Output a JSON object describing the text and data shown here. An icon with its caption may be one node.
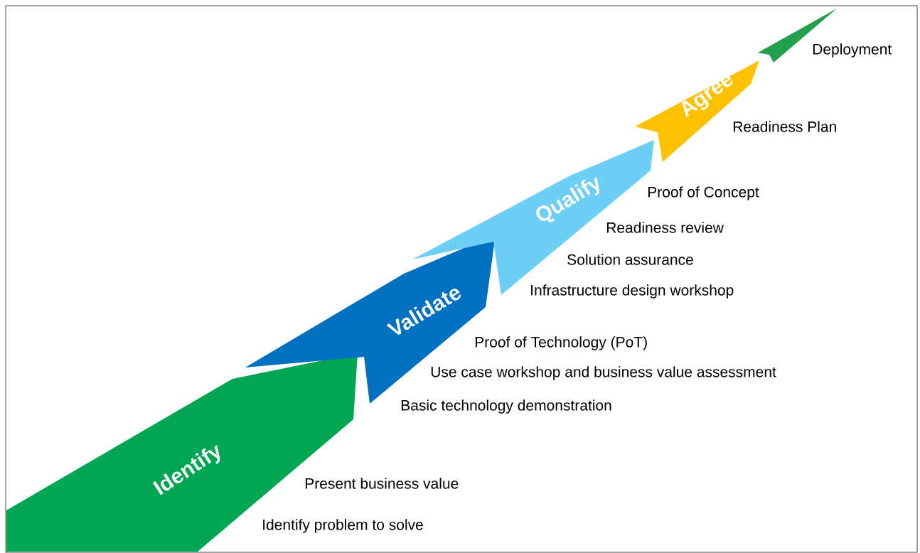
{
  "diagram": {
    "nodes": [
      {
        "text": [
          "Identify"
        ],
        "beside": [
          "Present business value",
          "Identify problem to solve"
        ]
      },
      {
        "text": [
          "Validate"
        ],
        "beside": [
          "Proof of Technology (PoT)",
          "Use case workshop and business value assessment",
          "Basic technology demonstration"
        ]
      },
      {
        "text": [
          "Qualify"
        ],
        "beside": [
          "Proof of Concept",
          "Readiness review",
          "Solution assurance",
          "Infrastructure design workshop"
        ]
      },
      {
        "text": [
          "Agree"
        ],
        "beside": [
          "Readiness Plan"
        ]
      },
      {
        "text": [],
        "shape": "arrow",
        "beside": [
          "Deployment"
        ]
      }
    ]
  }
}
